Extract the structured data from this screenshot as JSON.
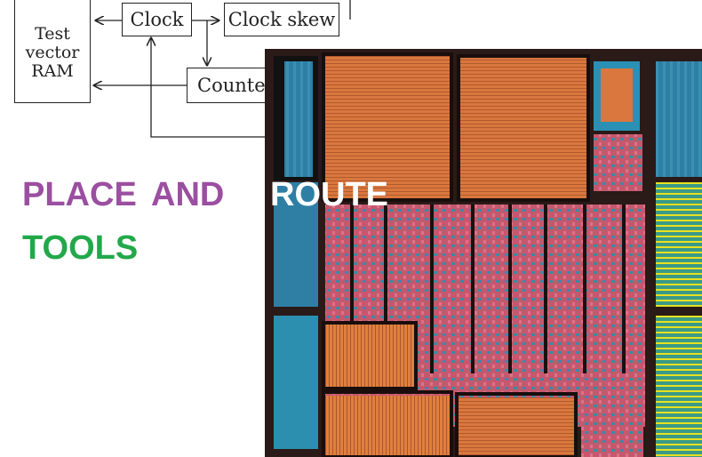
{
  "diagram": {
    "test_vector_ram": "Test\nvector\nRAM",
    "clock": "Clock",
    "clock_skew": "Clock skew",
    "counter": "Counter"
  },
  "heading": {
    "word1": "PLACE",
    "word2": "AND",
    "word3": "ROUTE",
    "word4": "TOOLS",
    "colors": {
      "place_and": "#9b4fa0",
      "route": "#ffffff",
      "tools": "#22a84a"
    }
  },
  "image": {
    "subject": "chip-die-photo"
  }
}
